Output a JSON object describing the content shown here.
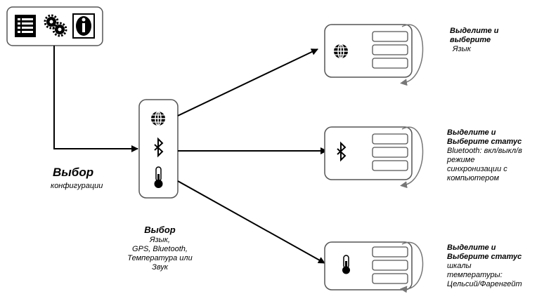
{
  "labels": {
    "select_config_title": "Выбор",
    "select_config_subtitle": "конфигурации",
    "select_title": "Выбор",
    "select_items": [
      "Язык,",
      "GPS, Bluetooth,",
      "Температура или",
      "Звук"
    ]
  },
  "menus": [
    {
      "title_lines": [
        "Выделите и",
        "выберите"
      ],
      "desc_lines": [
        "Язык"
      ],
      "icon": "globe-icon"
    },
    {
      "title_lines": [
        "Выделите и",
        "Выберите статус"
      ],
      "desc_lines": [
        "Bluetooth: вкл/выкл/в",
        "режиме",
        "синхронизации с",
        "компьютером"
      ],
      "icon": "bluetooth-icon"
    },
    {
      "title_lines": [
        "Выделите и",
        "Выберите статус"
      ],
      "desc_lines": [
        "шкалы",
        "температуры:",
        "Цельсий/Фаренгейт"
      ],
      "icon": "thermometer-icon"
    }
  ],
  "toolbar_icons": [
    "list-icon",
    "settings-gears-icon",
    "info-icon"
  ],
  "selection_icons": [
    "globe-icon",
    "bluetooth-icon",
    "thermometer-icon"
  ],
  "colors": {
    "stroke": "#555555",
    "arrow": "#000000",
    "accent_gray": "#777777"
  }
}
